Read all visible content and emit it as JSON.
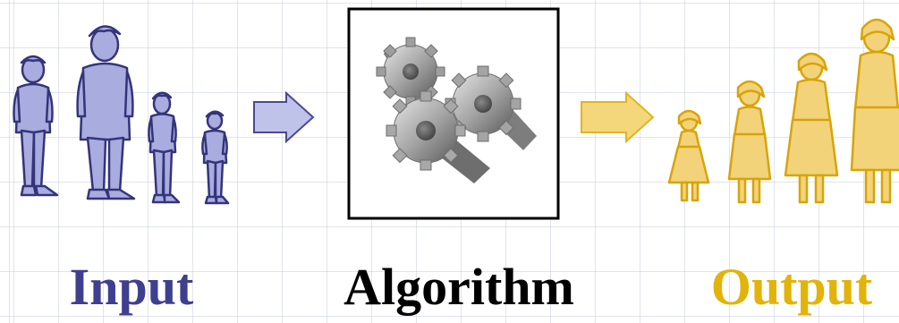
{
  "labels": {
    "input": "Input",
    "algorithm": "Algorithm",
    "output": "Output"
  },
  "colors": {
    "input_text": "#3f3f8f",
    "input_fill": "#a8acdf",
    "input_stroke": "#34347a",
    "output_text": "#e2b309",
    "output_fill": "#f2d37a",
    "output_stroke": "#d7a408",
    "gear": "#a0a0a0",
    "box": "#000000"
  },
  "icons": {
    "input_figures": "men-figures",
    "arrow": "right-arrow",
    "algorithm": "gears",
    "output_figures": "women-figures"
  }
}
